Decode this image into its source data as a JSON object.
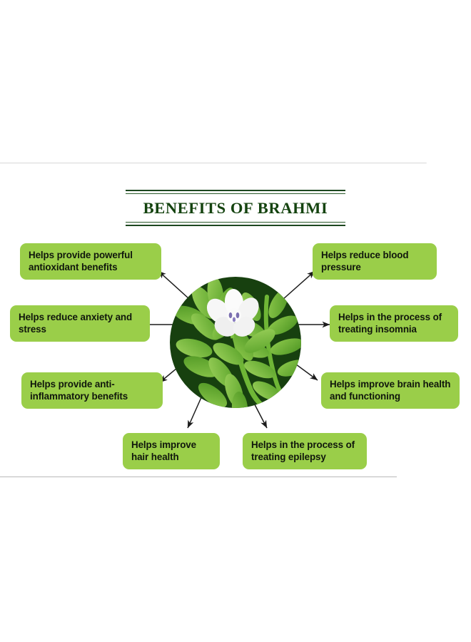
{
  "page": {
    "background_color": "#ffffff",
    "frame_color": "#d7d7d7"
  },
  "header": {
    "title": "BENEFITS OF BRAHMI",
    "title_color": "#14430f",
    "rule_color": "#1d4720"
  },
  "center": {
    "graphic_name": "brahmi-plant-illustration",
    "circle_color": "#17400f",
    "leaf_color": "#7ec142",
    "leaf_dark_color": "#4f9a27",
    "flower_color": "#f5f5f5",
    "stamen_color": "#7b6fb0"
  },
  "arrows": {
    "color": "#1c1c1c"
  },
  "benefits": [
    {
      "id": "antioxidant",
      "text": "Helps provide powerful antioxidant benefits",
      "position": "top-left"
    },
    {
      "id": "blood-pressure",
      "text": "Helps reduce blood pressure",
      "position": "top-right"
    },
    {
      "id": "anxiety-stress",
      "text": "Helps reduce anxiety and stress",
      "position": "middle-left"
    },
    {
      "id": "insomnia",
      "text": "Helps in the process of treating insomnia",
      "position": "middle-right"
    },
    {
      "id": "anti-inflammatory",
      "text": "Helps provide anti-inflammatory benefits",
      "position": "lower-left"
    },
    {
      "id": "brain-health",
      "text": "Helps improve brain health and functioning",
      "position": "lower-right"
    },
    {
      "id": "hair-health",
      "text": "Helps improve hair health",
      "position": "bottom-left"
    },
    {
      "id": "epilepsy",
      "text": "Helps in the process of treating epilepsy",
      "position": "bottom-right"
    }
  ],
  "label_style": {
    "background_color": "#9ace49",
    "text_color": "#10170c"
  }
}
